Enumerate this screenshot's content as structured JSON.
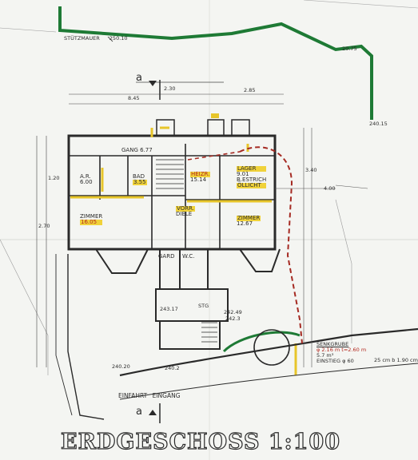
{
  "title": "ERDGESCHOSS 1:100",
  "labels": {
    "stuetzmauer": "STÜTZMAUER",
    "stuetzmauer_elev": "250.10",
    "elev_right_top": "20.75",
    "elev_right_mid": "240.15",
    "section_mark_top": "a",
    "section_mark_bottom": "a",
    "gang": "GANG",
    "gang_area": "6.77",
    "ar": "A.R.",
    "ar_area": "6.00",
    "bad": "BAD",
    "bad_area": "3.55",
    "heizr": "HEIZR.",
    "heizr_area": "15.14",
    "lager": "LAGER",
    "lager_area": "9.01",
    "bestrich": "B.ESTRICH",
    "oelicht": "ÖLLICHT",
    "zimmer_left": "ZIMMER",
    "zimmer_left_area": "16.05",
    "vorr": "VORR.",
    "diele": "DIELE",
    "zimmer_right": "ZIMMER",
    "zimmer_right_area": "12.67",
    "gard": "GARD",
    "wc": "W.C.",
    "stg": "STG",
    "senkgrube": "SENKGRUBE",
    "senkgrube_dim": "φ 2.16 m  t=2.60 m",
    "senkgrube_vol": "5.7 m³",
    "einstieg": "EINSTIEG φ 60",
    "einfahrt": "EINFAHRT",
    "eingang": "EINGANG",
    "dim_2_30": "2.30",
    "dim_2_85": "2.85",
    "dim_8_45": "8.45",
    "dim_4_00": "4.00",
    "dim_3_40": "3.40",
    "dim_2_70": "2.70",
    "dim_1_20": "1.20",
    "elev_243_17": "243.17",
    "elev_242_49": "242.49",
    "elev_242_3": "242.3",
    "elev_240_20": "240.20",
    "elev_240_2": "240.2",
    "dim_25cm": "25 cm b 1.90 cm"
  },
  "colors": {
    "wall": "#2a2a2a",
    "green": "#1e7a35",
    "yellow": "#e7c52a",
    "red": "#a52a22",
    "paper": "#f4f5f2"
  }
}
